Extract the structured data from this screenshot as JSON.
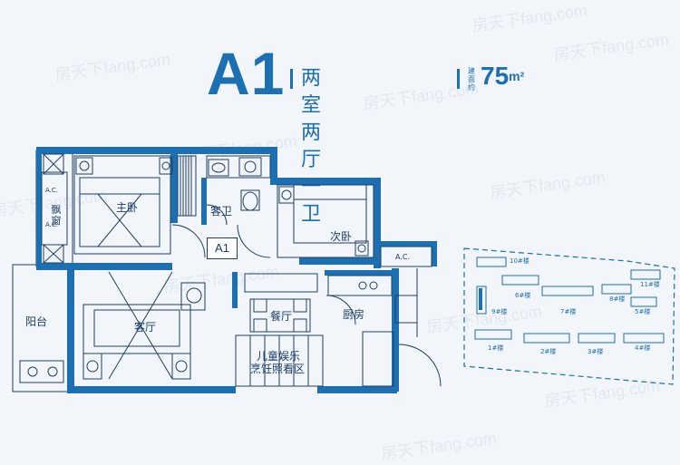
{
  "header": {
    "unit_code": "A1",
    "layout_name": "两室两厅一卫",
    "area_label": "建面约",
    "area_value": "75",
    "area_unit": "m²"
  },
  "plan": {
    "unit_tag": "A1",
    "rooms": {
      "master_bedroom": "主卧",
      "bay_window": "飘窗",
      "guest_bathroom": "客卫",
      "second_bedroom": "次卧",
      "balcony": "阳台",
      "living_room": "客厅",
      "dining_room": "餐厅",
      "kitchen": "厨房",
      "children_area_line1": "儿童娱乐",
      "children_area_line2": "烹饪照看区"
    },
    "ac_labels": [
      "A.C.",
      "A.C.",
      "A.C."
    ]
  },
  "site_map": {
    "buildings": [
      "10#楼",
      "9#楼",
      "6#楼",
      "11#楼",
      "7#楼",
      "8#楼",
      "5#楼",
      "1#楼",
      "2#楼",
      "3#楼",
      "4#楼"
    ]
  },
  "watermark": {
    "text": "房天下fang.com"
  },
  "colors": {
    "accent": "#1c6fb1",
    "wall": "#1c6fb1",
    "line": "#1d3f66",
    "background": "#f2f6fb"
  }
}
